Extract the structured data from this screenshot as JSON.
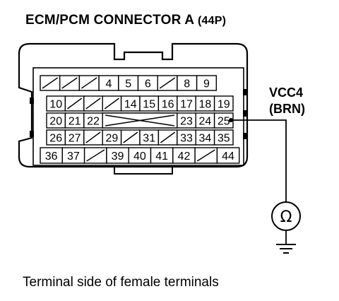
{
  "title": {
    "main": "ECM/PCM CONNECTOR A",
    "pins": "(44P)"
  },
  "terminal": {
    "name": "VCC4",
    "wire_color": "(BRN)"
  },
  "meter": {
    "symbol": "Ω"
  },
  "caption": "Terminal side of female terminals",
  "connector": {
    "rows": [
      [
        "/",
        "/",
        "/",
        "4",
        "5",
        "6",
        "/",
        "8",
        "9"
      ],
      [
        "10",
        "/",
        "/",
        "/",
        "14",
        "15",
        "16",
        "17",
        "18",
        "19"
      ],
      [
        "20",
        "21",
        "22",
        "X",
        "X",
        "X",
        "X",
        "23",
        "24",
        "25"
      ],
      [
        "26",
        "27",
        "/",
        "29",
        "/",
        "31",
        "/",
        "33",
        "34",
        "35"
      ],
      [
        "36",
        "37",
        "/",
        "39",
        "40",
        "41",
        "42",
        "/",
        "44"
      ]
    ],
    "highlighted_terminal": "25"
  }
}
